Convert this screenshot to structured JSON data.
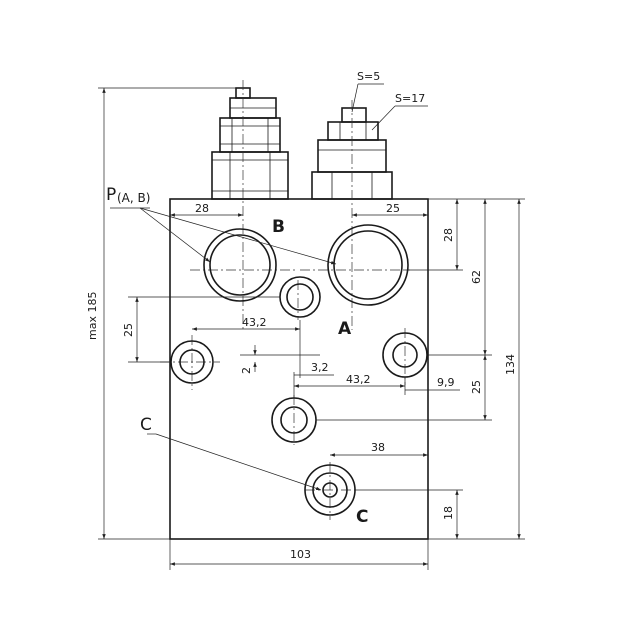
{
  "labels": {
    "port_b": "B",
    "port_a": "A",
    "port_c_lower": "C",
    "port_c_left": "C",
    "port_p": "P",
    "port_p_sub": "(A, B)",
    "wrench_small": "S=5",
    "wrench_large": "S=17"
  },
  "dimensions": {
    "overall_height": "max 185",
    "block_height": "134",
    "block_width": "103",
    "left_28": "28",
    "right_25_top": "25",
    "right_28": "28",
    "right_62": "62",
    "right_25": "25",
    "left_25": "25",
    "d_43_2_left": "43,2",
    "d_2": "2",
    "d_3_2": "3,2",
    "d_43_2_right": "43,2",
    "d_9_9": "9,9",
    "d_38": "38",
    "d_18": "18"
  }
}
